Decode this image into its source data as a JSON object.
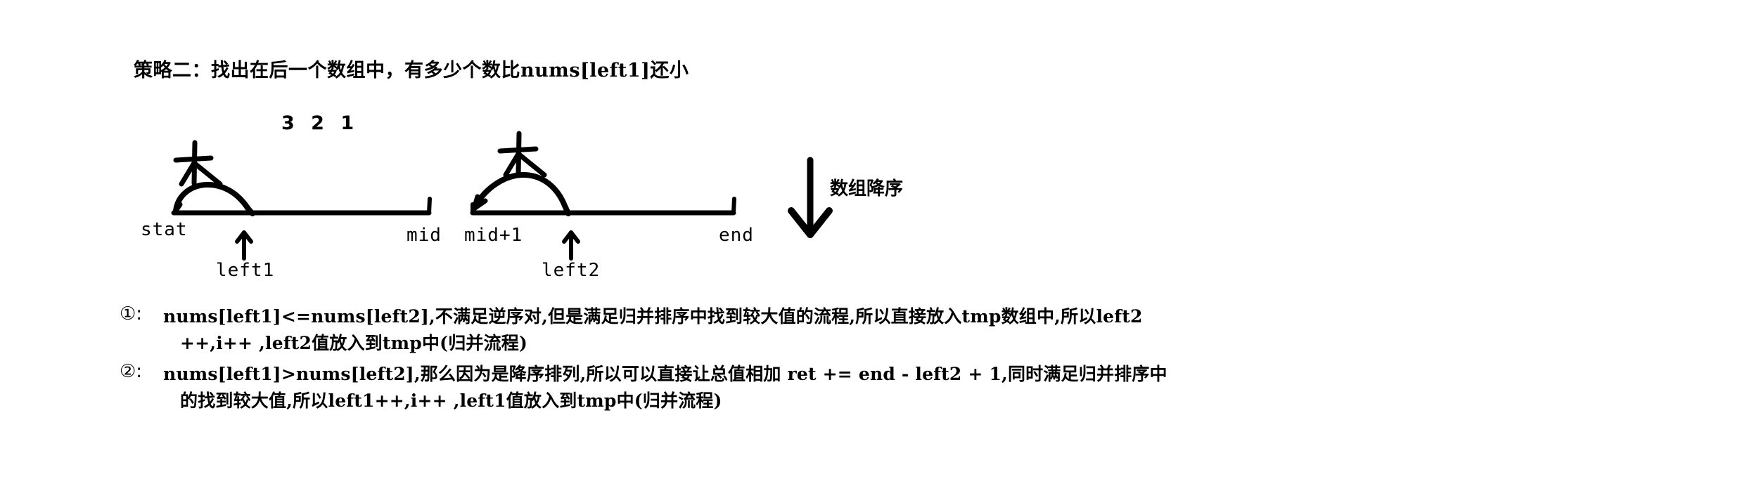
{
  "title": "策略二：找出在后一个数组中，有多少个数比nums[left1]还小",
  "diagram": {
    "sequence_label": "3 2 1",
    "side_note": "数组降序",
    "down_arrow_icon": "down-arrow-icon",
    "segments": [
      {
        "id": "left-array",
        "start_label": "stat",
        "end_label": "mid",
        "pointer_label": "left1",
        "hump_label": "大"
      },
      {
        "id": "right-array",
        "start_label": "mid+1",
        "end_label": "end",
        "pointer_label": "left2",
        "hump_label": "大"
      }
    ]
  },
  "notes": [
    {
      "marker": "①:",
      "lines": [
        "nums[left1]<=nums[left2],不满足逆序对,但是满足归并排序中找到较大值的流程,所以直接放入tmp数组中,所以left2",
        "++,i++ ,left2值放入到tmp中(归并流程)"
      ]
    },
    {
      "marker": "②:",
      "lines": [
        "nums[left1]>nums[left2],那么因为是降序排列,所以可以直接让总值相加 ret += end - left2 + 1,同时满足归并排序中",
        "的找到较大值,所以left1++,i++ ,left1值放入到tmp中(归并流程)"
      ]
    }
  ]
}
